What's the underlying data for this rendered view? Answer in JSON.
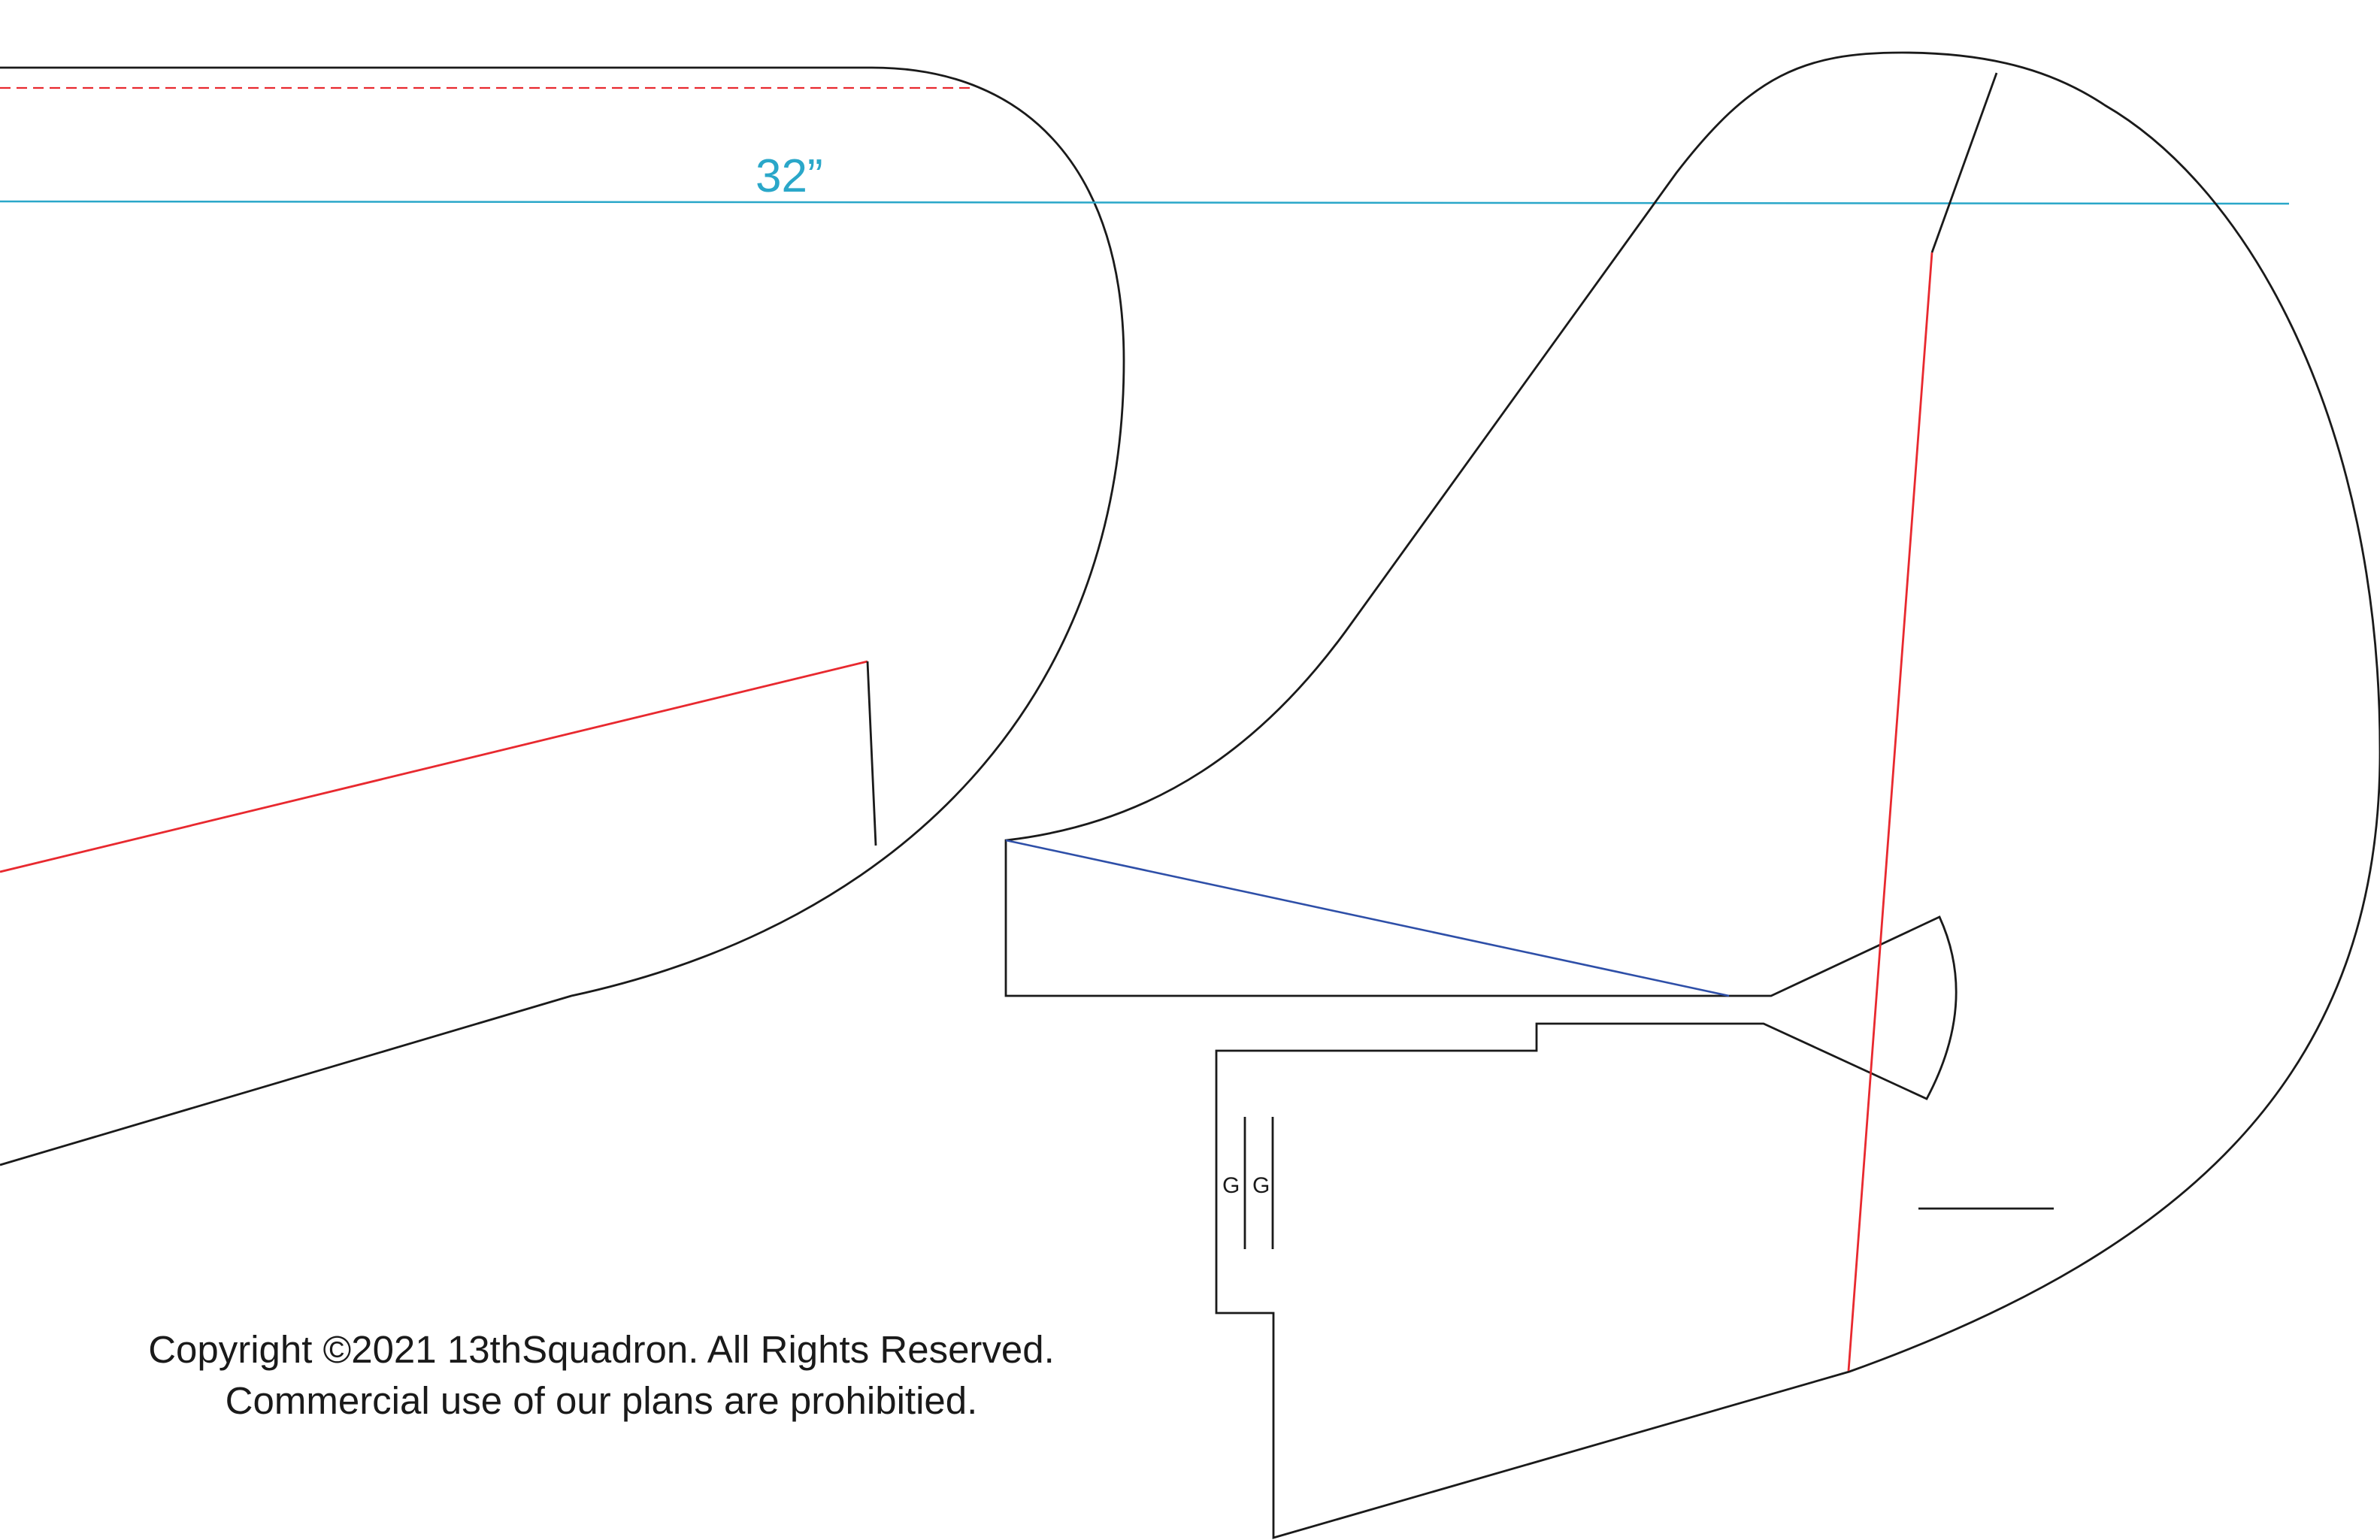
{
  "dimension": {
    "label": "32”",
    "color": "#2aa7c9"
  },
  "part_marks": {
    "left": "G",
    "right": "G"
  },
  "copyright": {
    "line1": "Copyright ©2021 13thSquadron. All Rights Reserved.",
    "line2": "Commercial use of our plans are prohibitied."
  },
  "colors": {
    "outline": "#1a1a1a",
    "cut_line": "#e8292f",
    "hinge_line": "#2e4fa8",
    "dimension_line": "#2aa7c9",
    "background": "#ffffff"
  }
}
